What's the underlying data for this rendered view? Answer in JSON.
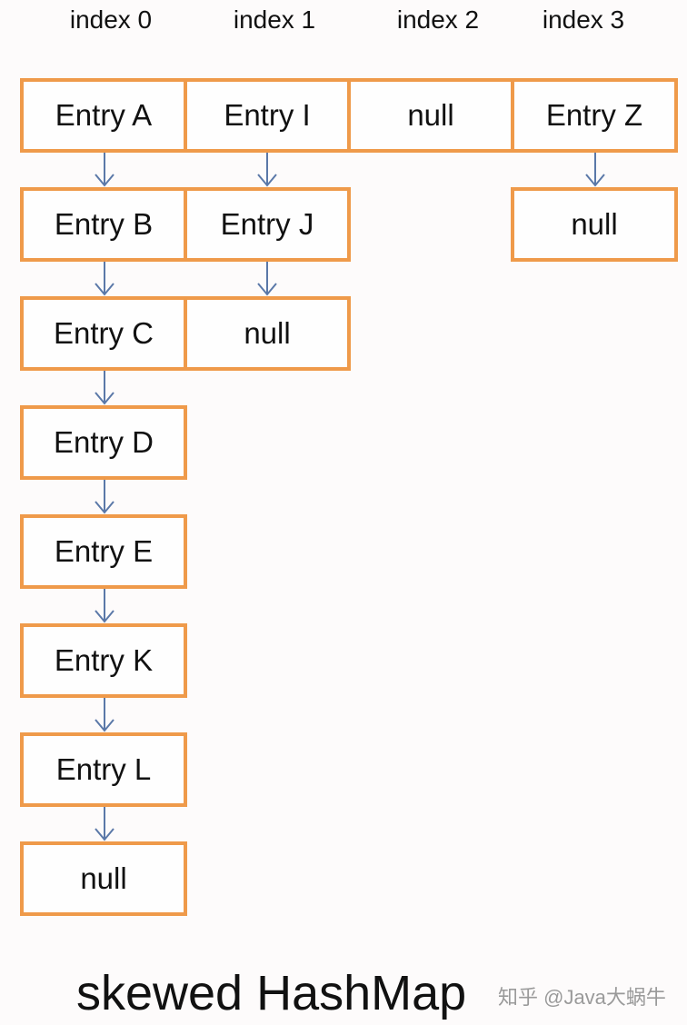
{
  "index_labels": [
    "index 0",
    "index 1",
    "index 2",
    "index 3"
  ],
  "buckets": [
    [
      "Entry A",
      "Entry B",
      "Entry C",
      "Entry D",
      "Entry E",
      "Entry K",
      "Entry L",
      "null"
    ],
    [
      "Entry I",
      "Entry J",
      "null"
    ],
    [
      "null"
    ],
    [
      "Entry Z",
      "null"
    ]
  ],
  "caption": "skewed HashMap",
  "watermark": "知乎 @Java大蜗牛",
  "colors": {
    "box_border": "#ef9a4a",
    "arrow": "#5a78a8",
    "background": "#fdfbfb"
  }
}
